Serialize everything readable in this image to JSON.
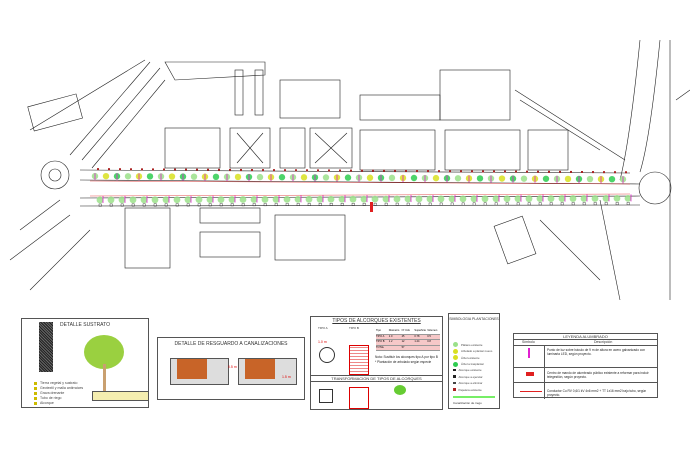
{
  "colors": {
    "tree_light": "#9be08a",
    "tree_dark": "#2ecc50",
    "tree_yellow": "#d8e020",
    "lamp": "#e020d0",
    "cable": "#e02020",
    "line": "#222222"
  },
  "detail_substrate": {
    "title": "DETALLE SUSTRATO",
    "legend": [
      "Tierra vegetal y sustrato",
      "Geotextil y malla antirraíces",
      "Grava drenante",
      "Tubo de riego",
      "Alcorque"
    ]
  },
  "detail_channels": {
    "title": "DETALLE DE RESGUARDO A CANALIZACIONES",
    "dim1": "0.5 m",
    "dim2": "1.5 m"
  },
  "pit_types": {
    "title": "TIPOS DE ALCORQUES EXISTENTES",
    "transform_title": "TRANSFORMACION DE TIPOS DE ALCORQUES",
    "type_a": "TIPO A",
    "type_b": "TIPO B",
    "dim": "1.0 m",
    "note1": "Nota: Sustituir los alcorques tipo A por tipo B",
    "note2": "* Plantación de arbolado según especie",
    "table_headers": [
      "Tipo",
      "Diámetro",
      "Nº Uds",
      "Superficie",
      "Volumen"
    ],
    "table_rows": [
      [
        "TIPO A",
        "1.0",
        "45",
        "0.78",
        "0.5"
      ],
      [
        "TIPO B",
        "1.2",
        "12",
        "1.44",
        "0.8"
      ],
      [
        "TOTAL",
        "",
        "57",
        "",
        ""
      ]
    ]
  },
  "planting_legend": {
    "title": "SIMBOLOGIA PLANTACIONES",
    "items": [
      "Plátano existente",
      "Arbolado a plantar nuevo",
      "Árbol existente",
      "Árbol a trasplantar",
      "Alcorque existente",
      "Alcorque a ejecutar",
      "Alcorque a eliminar",
      "Papelera existente"
    ],
    "footer": "Canalización de riego"
  },
  "lighting_legend": {
    "title": "LEYENDA ALUMBRADO",
    "col_symbol": "Símbolo",
    "col_desc": "Descripción",
    "rows": [
      "Punto de luz sobre báculo de 9 m de altura en acero galvanizado con luminaria LED, según proyecto.",
      "Centro de mando de alumbrado público existente a reformar para incluir telegestión, según proyecto.",
      "Conductor Cu RV 0,6/1 kV 4x6 mm2 + TT 1x16 mm2 bajo tubo, según proyecto."
    ]
  }
}
